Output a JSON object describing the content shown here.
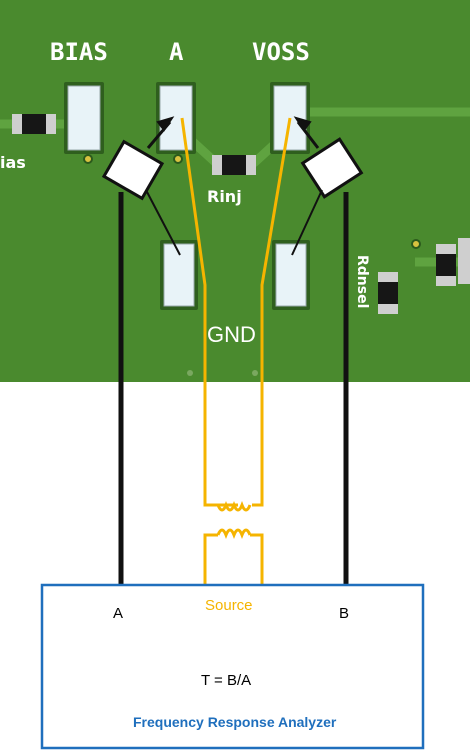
{
  "board": {
    "bias_label": "BIAS",
    "a_label": "A",
    "voss_label": "VOSS",
    "left_partial_label": "ias",
    "rinj_label": "Rinj",
    "right_partial_label": "Rdnsel",
    "gnd_label": "GND"
  },
  "analyzer": {
    "input_a": "A",
    "input_b": "B",
    "source": "Source",
    "formula": "T = B/A",
    "title": "Frequency Response Analyzer"
  },
  "colors": {
    "board": "#4a8a2e",
    "trace": "#5fa340",
    "probe_wire": "#111111",
    "source_wire": "#f5b400",
    "analyzer_border": "#1f6fbd"
  }
}
